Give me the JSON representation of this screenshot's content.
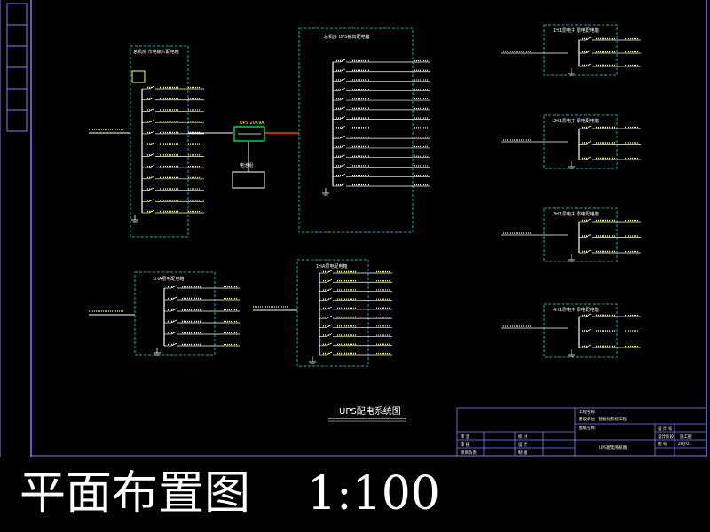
{
  "caption": {
    "left": "平面布置图",
    "right": "1:100"
  },
  "drawing_title": "UPS配电系统图",
  "colors": {
    "background": "#000000",
    "frame": "#7f7fff",
    "panel": "#00b0b0",
    "wire": "#ffffff",
    "label": "#ffff66",
    "accent_red": "#ff3030",
    "accent_green": "#00ff66",
    "caption": "#ffffff"
  },
  "panels": {
    "p_input": {
      "title": "总机房 市电输入配电箱"
    },
    "p_ups": {
      "title": "总机房 UPS输出配电箱",
      "transformer_label": "UPS 20KVA",
      "battery_label": "电池组"
    },
    "p_r1": {
      "title": "1H1层电井 弱电配电箱"
    },
    "p_r2": {
      "title": "2H1层电井 弱电配电箱"
    },
    "p_r3": {
      "title": "3H1层电井 弱电配电箱"
    },
    "p_r4": {
      "title": "4H1层电井 弱电配电箱"
    },
    "p_b1": {
      "title": "1HA层电配电箱"
    },
    "p_b2": {
      "title": "1HA层电配电箱"
    }
  },
  "title_block": {
    "project": "工程名称：",
    "subproject": "建设单位：智能化系统工程",
    "design": "图纸名称：",
    "drawing": "UPS配电系统图",
    "design_no": "设 计 号",
    "design_stage": "设计阶段",
    "stage_value": "施工图",
    "sheet_no": "图 号",
    "sheet_value": "ZHJ-01",
    "rows": [
      {
        "a": "审 定",
        "b": "校 对"
      },
      {
        "a": "审 核",
        "b": "设 计"
      },
      {
        "a": "项目负责",
        "b": "制 图"
      }
    ]
  }
}
